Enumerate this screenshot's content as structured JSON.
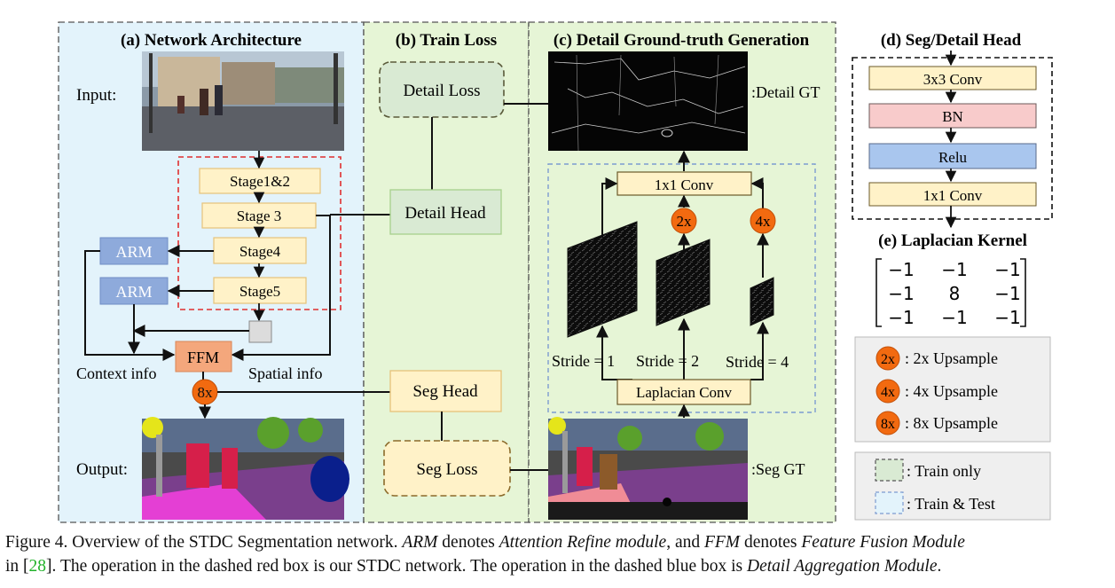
{
  "panels": {
    "a_title": "(a) Network Architecture",
    "b_title": "(b) Train Loss",
    "c_title": "(c) Detail Ground-truth Generation",
    "d_title": "(d) Seg/Detail Head",
    "e_title": "(e) Laplacian Kernel"
  },
  "network": {
    "input_label": "Input:",
    "output_label": "Output:",
    "stages": [
      "Stage1&2",
      "Stage 3",
      "Stage4",
      "Stage5"
    ],
    "arm_label": "ARM",
    "ffm_label": "FFM",
    "upsample_8x": "8x",
    "context_info": "Context info",
    "spatial_info": "Spatial info"
  },
  "train_loss": {
    "detail_loss": "Detail Loss",
    "detail_head": "Detail Head",
    "seg_head": "Seg Head",
    "seg_loss": "Seg Loss"
  },
  "detail_gt": {
    "detail_gt_label": ":Detail GT",
    "seg_gt_label": ":Seg GT",
    "conv1x1": "1x1 Conv",
    "laplacian_conv": "Laplacian Conv",
    "upsample_2x": "2x",
    "upsample_4x": "4x",
    "stride_labels": [
      "Stride = 1",
      "Stride = 2",
      "Stride = 4"
    ]
  },
  "head": {
    "layers": [
      "3x3 Conv",
      "BN",
      "Relu",
      "1x1 Conv"
    ]
  },
  "kernel": {
    "rows": [
      [
        "−1",
        "−1",
        "−1"
      ],
      [
        "−1",
        "8",
        "−1"
      ],
      [
        "−1",
        "−1",
        "−1"
      ]
    ]
  },
  "legend": {
    "upsample": [
      {
        "badge": "2x",
        "text": ": 2x Upsample"
      },
      {
        "badge": "4x",
        "text": ": 4x Upsample"
      },
      {
        "badge": "8x",
        "text": ": 8x Upsample"
      }
    ],
    "train_only": ": Train only",
    "train_test": ": Train & Test"
  },
  "caption": {
    "p1": "Figure 4. Overview of the STDC Segmentation network. ",
    "arm": "ARM",
    "p2": " denotes ",
    "arm_full": "Attention Refine module",
    "p3": ", and ",
    "ffm": "FFM",
    "p4": " denotes ",
    "ffm_full": "Feature Fusion Module",
    "p5": "in  [",
    "ref": "28",
    "p6": "]. The operation in the dashed red box is our STDC network. The operation in the dashed blue box is ",
    "dam": "Detail Aggregation Module",
    "p7": "."
  },
  "colors": {
    "panel_blue": "#e3f3fb",
    "panel_green": "#e6f5d6",
    "stage_fill": "#fff2c8",
    "arm_fill": "#8eaadb",
    "ffm_fill": "#f4a77c",
    "upsample": "#f26a10",
    "bn_fill": "#f8cbcb",
    "relu_fill": "#a9c6ee",
    "detail_head_fill": "#d9ead3"
  }
}
